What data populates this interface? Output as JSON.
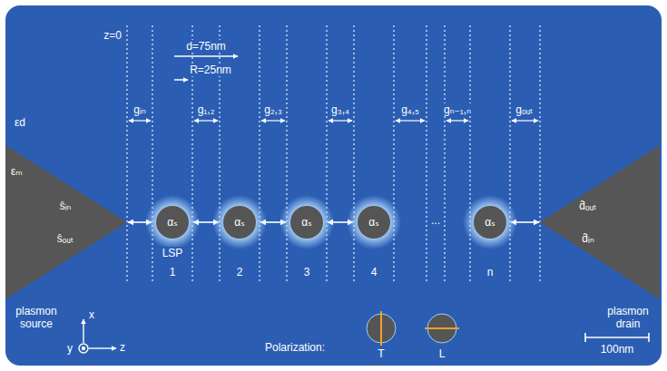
{
  "diagram": {
    "nodes": [
      {
        "text": [
          "plasmon source"
        ]
      },
      {
        "text": [
          "αₛ",
          "1"
        ]
      },
      {
        "text": [
          "αₛ",
          "2"
        ]
      },
      {
        "text": [
          "αₛ",
          "3"
        ]
      },
      {
        "text": [
          "αₛ",
          "4"
        ]
      },
      {
        "text": [
          "αₛ",
          "n"
        ]
      },
      {
        "text": [
          "plasmon drain"
        ]
      }
    ],
    "edges": [
      {
        "from": 0,
        "to": 1,
        "arrow": "both"
      },
      {
        "from": 1,
        "to": 2,
        "arrow": "both"
      },
      {
        "from": 2,
        "to": 3,
        "arrow": "both"
      },
      {
        "from": 3,
        "to": 4,
        "arrow": "both"
      },
      {
        "from": 5,
        "to": 6,
        "arrow": "both"
      }
    ],
    "labels": [
      "z=0",
      "εd",
      "εₘ",
      "d=75nm",
      "R=25nm",
      "gᵢₙ",
      "g₁,₂",
      "g₂,₃",
      "g₃,₄",
      "g₄,₅",
      "gₙ₋₁,ₙ",
      "gₒᵤₜ",
      "ŝᵢₙ",
      "ŝₒᵤₜ",
      "LSP",
      "...",
      "d̂ₒᵤₜ",
      "d̂ᵢₙ",
      "x",
      "y",
      "z",
      "Polarization:",
      "T",
      "L",
      "100nm"
    ]
  }
}
